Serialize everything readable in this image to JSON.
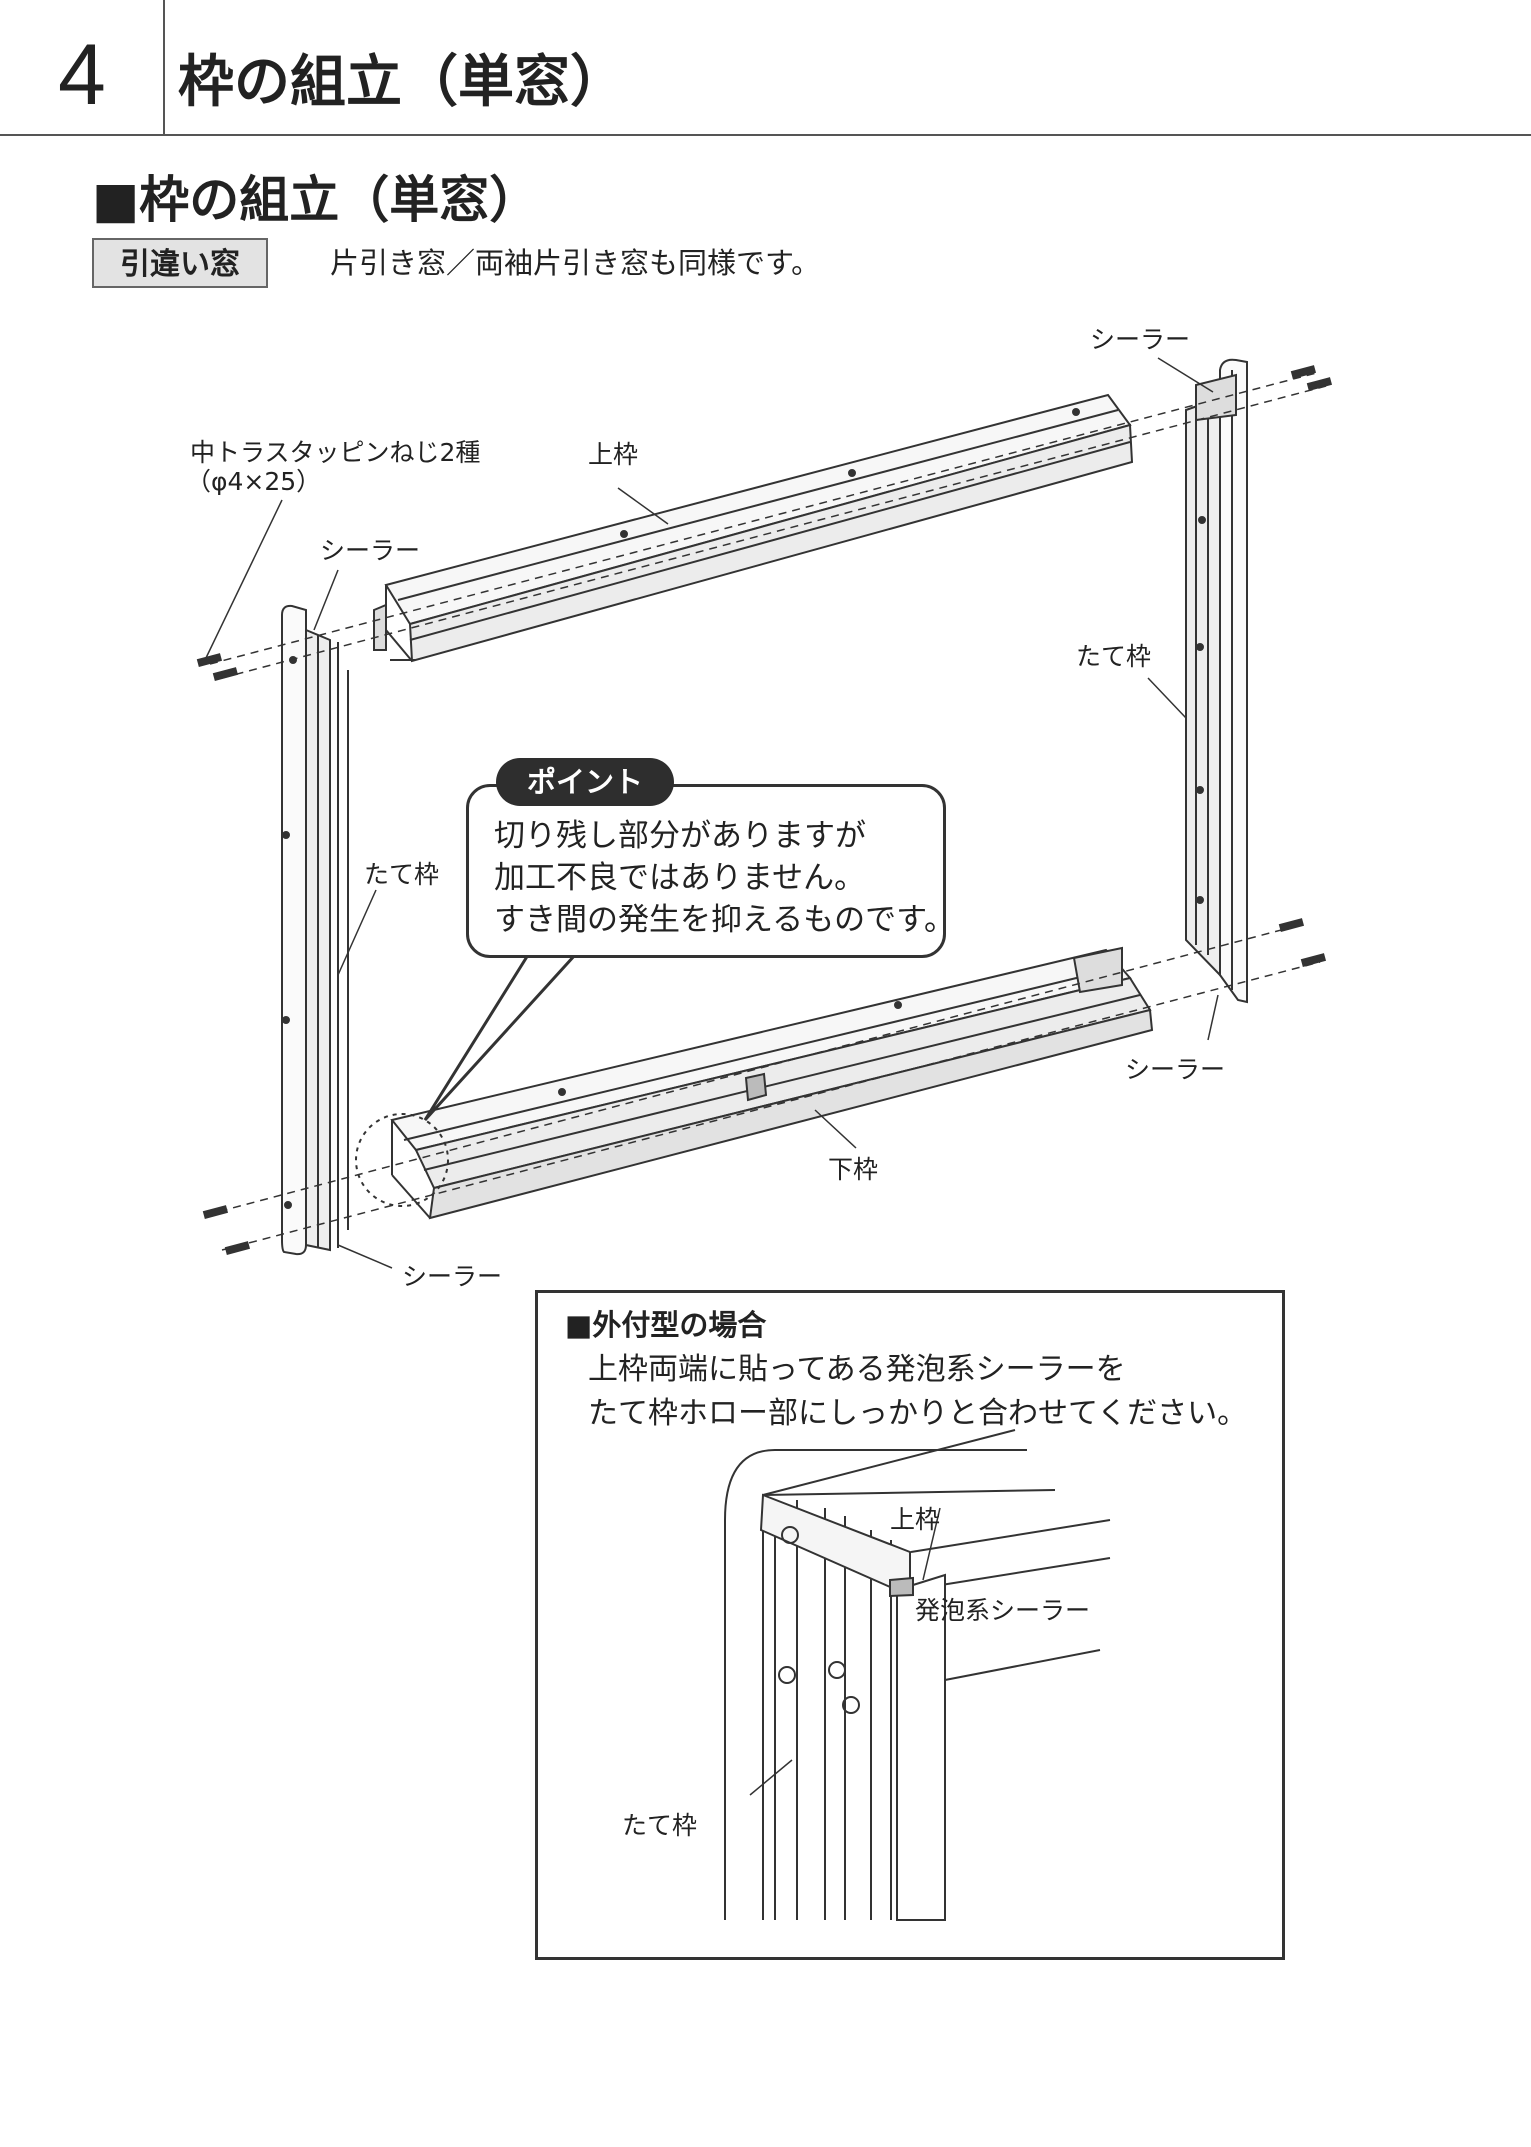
{
  "header": {
    "chapter_number": "4",
    "chapter_title": "枠の組立（単窓）"
  },
  "section": {
    "title": "■枠の組立（単窓）",
    "type_label": "引違い窓",
    "type_note": "片引き窓／両袖片引き窓も同様です。"
  },
  "diagram": {
    "labels": {
      "screw_name": "中トラスタッピンねじ2種",
      "screw_size": "（φ4×25）",
      "top_frame": "上枠",
      "sealer_top_left": "シーラー",
      "sealer_top_right": "シーラー",
      "side_frame_right": "たて枠",
      "side_frame_left": "たて枠",
      "sealer_bottom_right": "シーラー",
      "bottom_frame": "下枠",
      "sealer_bottom_left": "シーラー"
    }
  },
  "point": {
    "badge": "ポイント",
    "lines": [
      "切り残し部分がありますが",
      "加工不良ではありません。",
      "すき間の発生を抑えるものです。"
    ]
  },
  "external_mount": {
    "title": "■外付型の場合",
    "lines": [
      "上枠両端に貼ってある発泡系シーラーを",
      "たて枠ホロー部にしっかりと合わせてください。"
    ],
    "labels": {
      "top_frame": "上枠",
      "foam_sealer": "発泡系シーラー",
      "side_frame": "たて枠"
    }
  }
}
